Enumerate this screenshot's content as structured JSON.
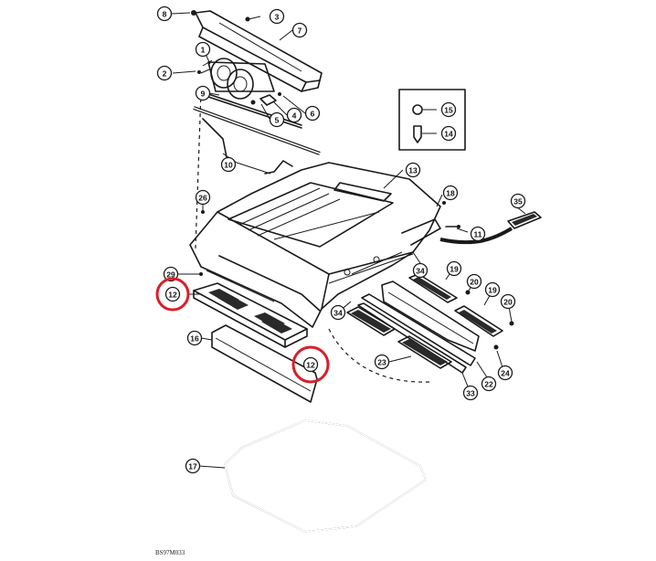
{
  "figure": {
    "drawing_code": "BS97M033",
    "highlight_color": "#d81f2a",
    "callouts": [
      {
        "id": "c8",
        "label": "8"
      },
      {
        "id": "c3",
        "label": "3"
      },
      {
        "id": "c7",
        "label": "7"
      },
      {
        "id": "c1",
        "label": "1"
      },
      {
        "id": "c2",
        "label": "2"
      },
      {
        "id": "c9",
        "label": "9"
      },
      {
        "id": "c4",
        "label": "4"
      },
      {
        "id": "c5",
        "label": "5"
      },
      {
        "id": "c6",
        "label": "6"
      },
      {
        "id": "c15",
        "label": "15"
      },
      {
        "id": "c14",
        "label": "14"
      },
      {
        "id": "c10",
        "label": "10"
      },
      {
        "id": "c13",
        "label": "13"
      },
      {
        "id": "c18",
        "label": "18"
      },
      {
        "id": "c35",
        "label": "35"
      },
      {
        "id": "c26",
        "label": "26"
      },
      {
        "id": "c11",
        "label": "11"
      },
      {
        "id": "c34a",
        "label": "34"
      },
      {
        "id": "c29",
        "label": "29"
      },
      {
        "id": "c12a",
        "label": "12",
        "highlighted": true
      },
      {
        "id": "c19a",
        "label": "19"
      },
      {
        "id": "c20a",
        "label": "20"
      },
      {
        "id": "c19b",
        "label": "19"
      },
      {
        "id": "c20b",
        "label": "20"
      },
      {
        "id": "c34b",
        "label": "34"
      },
      {
        "id": "c16",
        "label": "16"
      },
      {
        "id": "c12b",
        "label": "12",
        "highlighted": true
      },
      {
        "id": "c23",
        "label": "23"
      },
      {
        "id": "c24",
        "label": "24"
      },
      {
        "id": "c22",
        "label": "22"
      },
      {
        "id": "c33",
        "label": "33"
      },
      {
        "id": "c17",
        "label": "17"
      }
    ]
  }
}
